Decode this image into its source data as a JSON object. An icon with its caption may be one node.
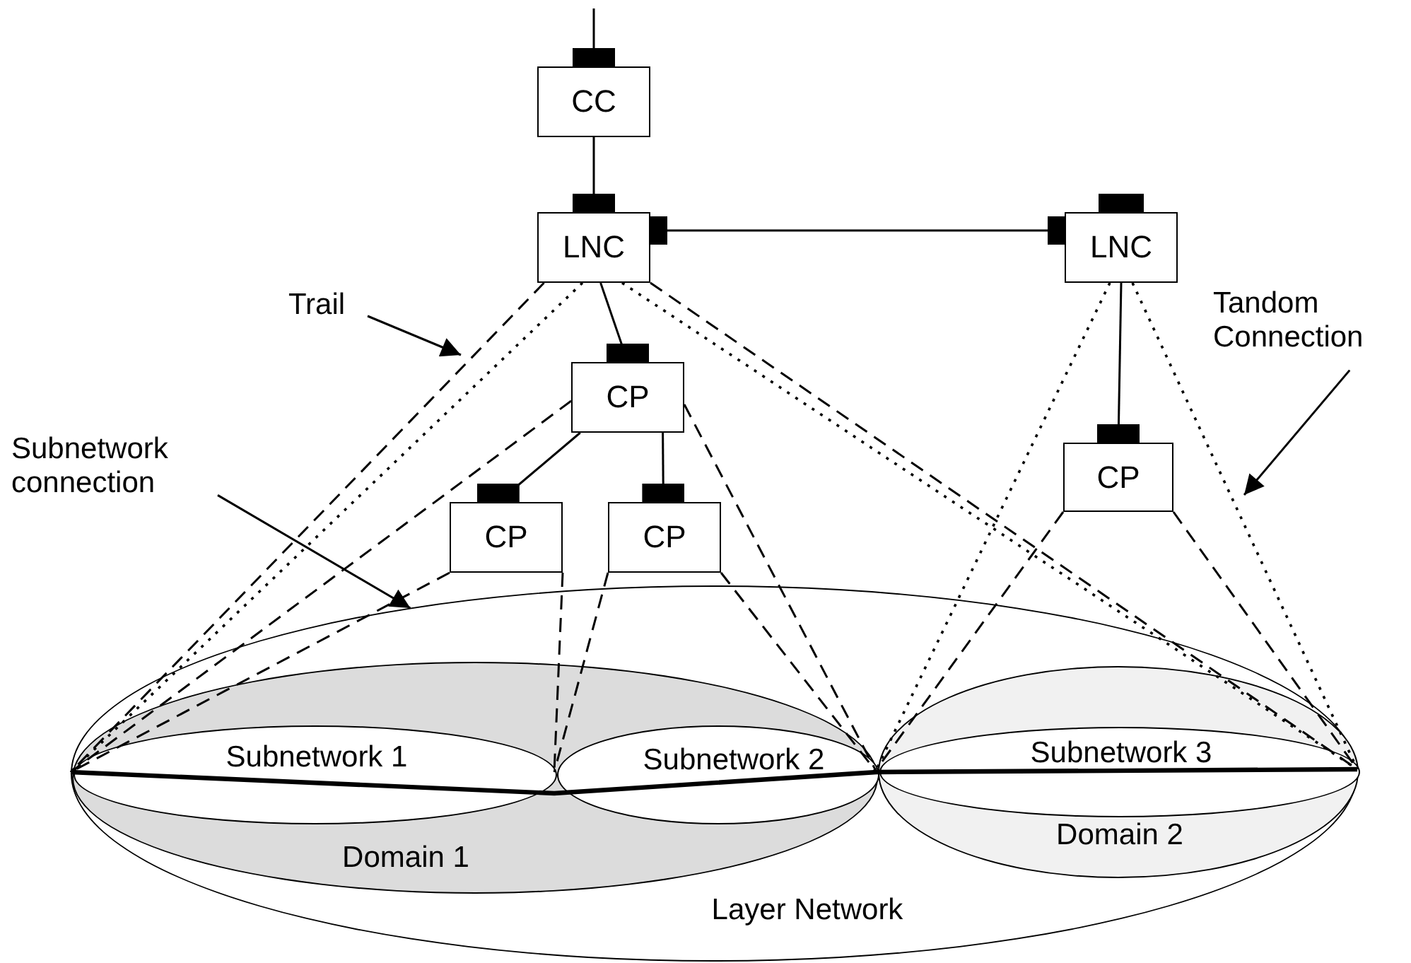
{
  "diagram": {
    "nodes": [
      {
        "text": [
          "CC"
        ]
      },
      {
        "text": [
          "LNC"
        ]
      },
      {
        "text": [
          "LNC"
        ]
      },
      {
        "text": [
          "CP"
        ]
      },
      {
        "text": [
          "CP"
        ]
      },
      {
        "text": [
          "CP"
        ]
      },
      {
        "text": [
          "CP"
        ]
      },
      {
        "text": [
          "Layer Network"
        ]
      },
      {
        "text": [
          "Domain 1"
        ],
        "in": 7
      },
      {
        "text": [
          "Subnetwork 1"
        ],
        "in": 8
      },
      {
        "text": [
          "Subnetwork 2"
        ],
        "in": 8
      },
      {
        "text": [
          "Domain 2"
        ],
        "in": 7
      },
      {
        "text": [
          "Subnetwork 3"
        ],
        "in": 11
      },
      {
        "text": [
          "Trail"
        ]
      },
      {
        "text": [
          "Subnetwork connection"
        ]
      },
      {
        "text": [
          "Tandom Connection"
        ]
      }
    ],
    "edges": [
      {
        "from": null,
        "to": 0,
        "arrow": "other"
      },
      {
        "from": 0,
        "to": 1,
        "arrow": "other"
      },
      {
        "from": 1,
        "to": 2,
        "arrow": "other"
      },
      {
        "from": 1,
        "to": 3,
        "arrow": "other"
      },
      {
        "from": 3,
        "to": 4,
        "arrow": "other"
      },
      {
        "from": 3,
        "to": 5,
        "arrow": "other"
      },
      {
        "from": 2,
        "to": 6,
        "arrow": "other"
      },
      {
        "from": 1,
        "to": 9,
        "arrow": "none",
        "style": "dashed"
      },
      {
        "from": 1,
        "to": 9,
        "arrow": "none",
        "style": "dashed"
      },
      {
        "from": 1,
        "to": 12,
        "arrow": "none",
        "style": "dashed"
      },
      {
        "from": 1,
        "to": 12,
        "arrow": "none",
        "style": "dashed"
      },
      {
        "from": 3,
        "to": 9,
        "arrow": "none",
        "style": "dashed"
      },
      {
        "from": 3,
        "to": 10,
        "arrow": "none",
        "style": "dashed"
      },
      {
        "from": 4,
        "to": 9,
        "arrow": "none",
        "style": "dashed"
      },
      {
        "from": 4,
        "to": 10,
        "arrow": "none",
        "style": "dashed"
      },
      {
        "from": 5,
        "to": 10,
        "arrow": "none",
        "style": "dashed"
      },
      {
        "from": 5,
        "to": 10,
        "arrow": "none",
        "style": "dashed"
      },
      {
        "from": 2,
        "to": 12,
        "arrow": "none",
        "style": "dashed"
      },
      {
        "from": 2,
        "to": 12,
        "arrow": "none",
        "style": "dashed"
      },
      {
        "from": 6,
        "to": 12,
        "arrow": "none",
        "style": "dashed"
      },
      {
        "from": 6,
        "to": 12,
        "arrow": "none",
        "style": "dashed"
      },
      {
        "from": 13,
        "to": null,
        "arrow": "to"
      },
      {
        "from": 14,
        "to": 7,
        "arrow": "to"
      },
      {
        "from": 15,
        "to": null,
        "arrow": "to"
      },
      {
        "from": 9,
        "to": 10,
        "arrow": "none",
        "style": "thick"
      },
      {
        "from": 10,
        "to": 12,
        "arrow": "none",
        "style": "thick"
      }
    ]
  }
}
